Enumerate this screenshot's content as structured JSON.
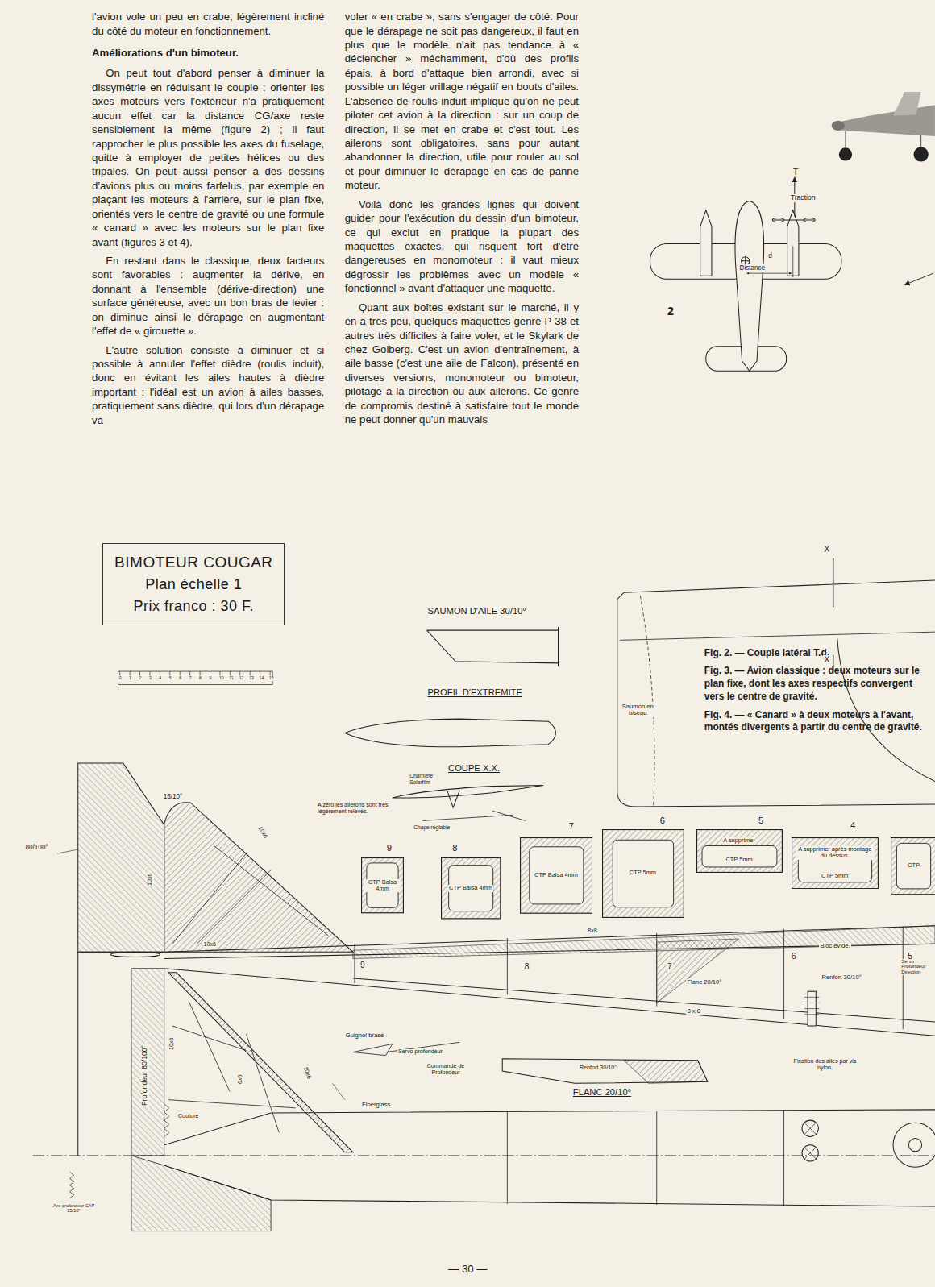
{
  "diagram": {
    "nodes": [
      {
        "text": [
          "BIMOTEUR COUGAR",
          "Plan échelle 1",
          "Prix franco : 30 F."
        ]
      },
      {
        "text": [
          "9",
          "CTP Balsa 4mm"
        ]
      },
      {
        "text": [
          "8",
          "CTP Balsa 4mm"
        ]
      },
      {
        "text": [
          "7",
          "CTP Balsa 4mm"
        ]
      },
      {
        "text": [
          "6",
          "CTP 5mm"
        ]
      },
      {
        "text": [
          "5",
          "A supprimer",
          "CTP 5mm"
        ]
      },
      {
        "text": [
          "4",
          "A supprimer après montage du dessus.",
          "CTP 5mm"
        ]
      },
      {
        "text": [
          "CTP"
        ]
      }
    ],
    "labels": [
      "l'avion vole un peu en crabe, légèrement incliné du côté du moteur en fonctionnement.",
      "Améliorations d'un bimoteur.",
      "On peut tout d'abord penser à diminuer la dissymétrie en réduisant le couple : orienter les axes moteurs vers l'extérieur n'a pratiquement aucun effet car la distance CG/axe reste sensiblement la même (figure 2) ; il faut rapprocher le plus possible les axes du fuselage, quitte à employer de petites hélices ou des tripales. On peut aussi penser à des dessins d'avions plus ou moins farfelus, par exemple en plaçant les moteurs à l'arrière, sur le plan fixe, orientés vers le centre de gravité ou une formule « canard » avec les moteurs sur le plan fixe avant (figures 3 et 4).",
      "En restant dans le classique, deux facteurs sont favorables : augmenter la dérive, en donnant à l'ensemble (dérive-direction) une surface généreuse, avec un bon bras de levier : on diminue ainsi le dérapage en augmentant l'effet de « girouette ».",
      "L'autre solution consiste à diminuer et si possible à annuler l'effet dièdre (roulis induit), donc en évitant les ailes hautes à dièdre important : l'idéal est un avion à ailes basses, pratiquement sans dièdre, qui lors d'un dérapage va",
      "voler « en crabe », sans s'engager de côté. Pour que le dérapage ne soit pas dangereux, il faut en plus que le modèle n'ait pas tendance à « déclencher » méchamment, d'où des profils épais, à bord d'attaque bien arrondi, avec si possible un léger vrillage négatif en bouts d'ailes. L'absence de roulis induit implique qu'on ne peut piloter cet avion à la direction : sur un coup de direction, il se met en crabe et c'est tout. Les ailerons sont obligatoires, sans pour autant abandonner la direction, utile pour rouler au sol et pour diminuer le dérapage en cas de panne moteur.",
      "Voilà donc les grandes lignes qui doivent guider pour l'exécution du dessin d'un bimoteur, ce qui exclut en pratique la plupart des maquettes exactes, qui risquent fort d'être dangereuses en monomoteur : il vaut mieux dégrossir les problèmes avec un modèle « fonctionnel » avant d'attaquer une maquette.",
      "Quant aux boîtes existant sur le marché, il y en a très peu, quelques maquettes genre P 38 et autres très difficiles à faire voler, et le Skylark de chez Golberg. C'est un avion d'entraînement, à aile basse (c'est une aile de Falcon), présenté en diverses versions, monomoteur ou bimoteur, pilotage à la direction ou aux ailerons. Ce genre de compromis destiné à satisfaire tout le monde ne peut donner qu'un mauvais",
      "Fig. 2. — Couple latéral T.d.",
      "Fig. 3. — Avion classique : deux moteurs sur le plan fixe, dont les axes respectifs convergent vers le centre de gravité.",
      "Fig. 4. — « Canard » à deux moteurs à l'avant, montés divergents à partir du centre de gravité.",
      "T",
      "Traction",
      "d",
      "Distance",
      "2",
      "SAUMON D'AILE 30/10°",
      "PROFIL D'EXTREMITE",
      "COUPE X.X.",
      "Charnière Solarfilm",
      "A zéro les ailerons sont très légèrement relevés.",
      "Chape réglable",
      "X",
      "X",
      "Saumon en biseau",
      "15/10°",
      "80/100°",
      "10x6",
      "10x6",
      "10x6",
      "10x6",
      "6x6",
      "10x6",
      "9",
      "8",
      "8x8",
      "7",
      "6",
      "5",
      "Bloc évidé.",
      "Servo Profondeur Direction",
      "Flanc 20/10°",
      "Renfort 30/10°",
      "8 x 8",
      "Fixation des ailes par vis nylon.",
      "Guignol brasé",
      "Servo profondeur",
      "Commande de Profondeur",
      "Renfort 30/10°",
      "FLANC 20/10°",
      "Fiberglass.",
      "Couture",
      "Profondeur 80/100°",
      "Axe profondeur CAP 25/10°",
      "— 30 —",
      "0",
      "1",
      "2",
      "3",
      "4",
      "5",
      "6",
      "7",
      "8",
      "9",
      "10",
      "11",
      "12",
      "13",
      "14",
      "15"
    ]
  }
}
